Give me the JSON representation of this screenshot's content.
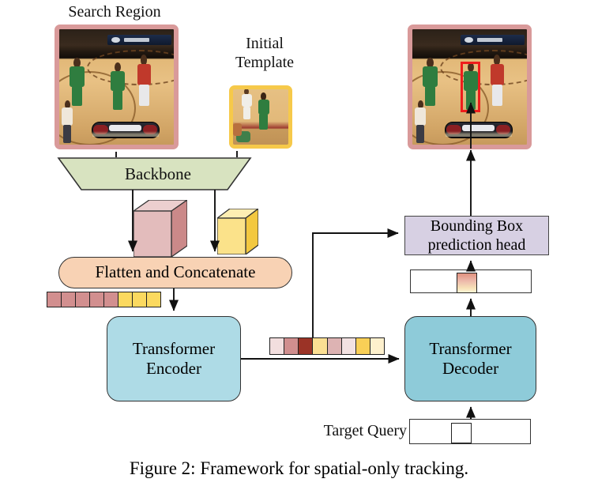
{
  "figure": {
    "caption": "Figure 2: Framework for spatial-only tracking.",
    "labels": {
      "search_region": "Search Region",
      "initial_template": "Initial\nTemplate",
      "backbone": "Backbone",
      "flatten_concat": "Flatten and Concatenate",
      "transformer_encoder": "Transformer\nEncoder",
      "transformer_decoder": "Transformer\nDecoder",
      "bbox_head": "Bounding Box\nprediction head",
      "target_query": "Target Query"
    },
    "colors": {
      "search_frame": "#d99a9a",
      "template_frame": "#f6c94a",
      "backbone_fill": "#d8e3c0",
      "flatten_fill": "#f8d2b4",
      "transformer_fill": "#aedbe6",
      "decoder_fill": "#8ecbd9",
      "bbox_head_fill": "#d7d0e3",
      "feature_pink": "#d09090",
      "feature_yellow": "#f9d96b",
      "bbox_highlight": "#ee1c1c",
      "stroke": "#222222"
    },
    "tokens": {
      "encoder_input": {
        "count": 8,
        "colors": [
          "#d28f8f",
          "#d28f8f",
          "#d28f8f",
          "#d28f8f",
          "#d28f8f",
          "#fbd95f",
          "#fbd95f",
          "#fbd95f"
        ]
      },
      "encoder_output": {
        "count": 8,
        "colors": [
          "#f2dede",
          "#d08e8e",
          "#9b3326",
          "#fbdf93",
          "#ddb3b3",
          "#f2e1e1",
          "#f9cf56",
          "#fdf0cd"
        ]
      },
      "decoder_output": {
        "count": 1,
        "colors": [
          "gradient-pink-yellow"
        ]
      },
      "target_query": {
        "count": 1,
        "colors": [
          "#ffffff"
        ]
      }
    },
    "feature_maps": [
      {
        "name": "search-feature-map",
        "color": "#d09090"
      },
      {
        "name": "template-feature-map",
        "color": "#f9d96b"
      }
    ]
  }
}
